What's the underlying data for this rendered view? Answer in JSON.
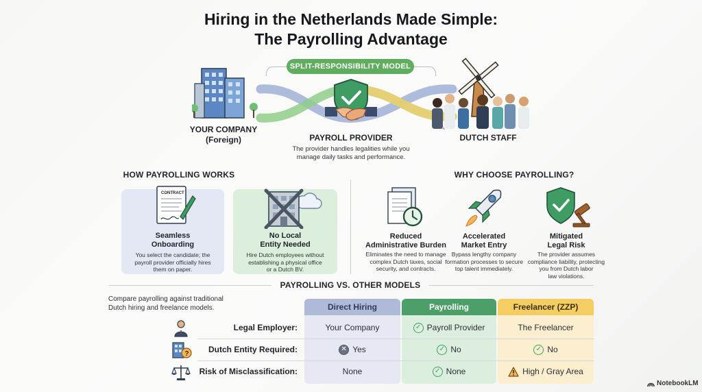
{
  "header": {
    "title_line1": "Hiring in the Netherlands Made Simple:",
    "title_line2": "The Payrolling Advantage"
  },
  "model": {
    "pill": "SPLIT-RESPONSIBILITY MODEL",
    "company_label_line1": "YOUR COMPANY",
    "company_label_line2": "(Foreign)",
    "provider_label": "PAYROLL PROVIDER",
    "staff_label": "DUTCH STAFF",
    "provider_desc_line1": "The provider handles legalities while you",
    "provider_desc_line2": "manage daily tasks and performance."
  },
  "how": {
    "heading": "HOW PAYROLLING WORKS",
    "contract_word": "CONTRACT",
    "cards": [
      {
        "title_line1": "Seamless",
        "title_line2": "Onboarding",
        "desc_line1": "You select the candidate; the",
        "desc_line2": "payroll provider officially hires",
        "desc_line3": "them on paper."
      },
      {
        "title_line1": "No Local",
        "title_line2": "Entity Needed",
        "desc_line1": "Hire Dutch employees without",
        "desc_line2": "establishing a physical office",
        "desc_line3": "or a Dutch BV."
      }
    ]
  },
  "why": {
    "heading": "WHY CHOOSE PAYROLLING?",
    "items": [
      {
        "title_line1": "Reduced",
        "title_line2": "Administrative Burden",
        "desc_line1": "Eliminates the need to manage",
        "desc_line2": "complex Dutch taxes, social",
        "desc_line3": "security, and contracts.",
        "desc_line4": ""
      },
      {
        "title_line1": "Accelerated",
        "title_line2": "Market Entry",
        "desc_line1": "Bypass lengthy company",
        "desc_line2": "formation processes to secure",
        "desc_line3": "top talent immediately.",
        "desc_line4": ""
      },
      {
        "title_line1": "Mitigated",
        "title_line2": "Legal Risk",
        "desc_line1": "The provider assumes",
        "desc_line2": "compliance liability, protecting",
        "desc_line3": "you from Dutch labor",
        "desc_line4": "law violations."
      }
    ]
  },
  "comparison": {
    "heading": "PAYROLLING VS. OTHER MODELS",
    "intro_line1": "Compare payrolling against traditional",
    "intro_line2": "Dutch hiring and freelance models.",
    "columns": [
      "Direct Hiring",
      "Payrolling",
      "Freelancer (ZZP)"
    ],
    "rows": [
      {
        "label": "Legal Employer:",
        "cells": [
          {
            "text": "Your Company",
            "icon": ""
          },
          {
            "text": "Payroll Provider",
            "icon": "check"
          },
          {
            "text": "The Freelancer",
            "icon": ""
          }
        ]
      },
      {
        "label": "Dutch Entity Required:",
        "cells": [
          {
            "text": "Yes",
            "icon": "cross"
          },
          {
            "text": "No",
            "icon": "check"
          },
          {
            "text": "No",
            "icon": "check"
          }
        ]
      },
      {
        "label": "Risk of Misclassification:",
        "cells": [
          {
            "text": "None",
            "icon": ""
          },
          {
            "text": "None",
            "icon": "check"
          },
          {
            "text": "High / Gray Area",
            "icon": "warning"
          }
        ]
      }
    ],
    "colors": {
      "direct_head": "#aebad7",
      "direct_body": "#e6e9f2",
      "payroll_head": "#4d9f6a",
      "payroll_body": "#dcefdf",
      "freelance_head": "#f4cd63",
      "freelance_body": "#fbefd0"
    }
  },
  "footer": {
    "brand": "NotebookLM"
  }
}
